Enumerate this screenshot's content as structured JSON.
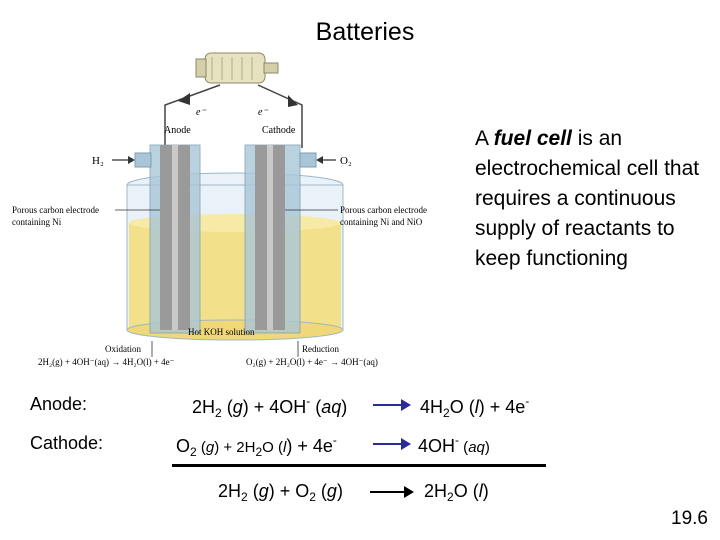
{
  "title": "Batteries",
  "description": {
    "pre": "A ",
    "term": "fuel cell",
    "post": " is an electrochemical cell that requires a continuous supply of reactants to keep functioning"
  },
  "figure": {
    "electron_left": "e⁻",
    "electron_right": "e⁻",
    "anode": "Anode",
    "cathode": "Cathode",
    "h2": "H₂",
    "o2": "O₂",
    "left_label_1": "Porous carbon electrode",
    "left_label_2": "containing Ni",
    "right_label_1": "Porous carbon electrode",
    "right_label_2": "containing Ni and NiO",
    "koh": "Hot KOH solution",
    "oxidation": "Oxidation",
    "reduction": "Reduction",
    "ox_eq": "2H₂(g) + 4OH⁻(aq) → 4H₂O(l) + 4e⁻",
    "red_eq": "O₂(g) + 2H₂O(l) + 4e⁻ → 4OH⁻(aq)"
  },
  "anode_label": "Anode:",
  "cathode_label": "Cathode:",
  "equations": {
    "anode_left": {
      "a": "2H",
      "a_sub": "2",
      "b": " (",
      "g": "g",
      "c": ") + 4OH",
      "sup": "-",
      "d": " (",
      "aq": "aq",
      "e": ")"
    },
    "anode_right": {
      "a": "4H",
      "a_sub": "2",
      "b": "O (",
      "l": "l",
      "c": ") + 4e",
      "sup": "-"
    },
    "cathode_left": {
      "a": "O",
      "a_sub": "2",
      "b": " (",
      "g": "g",
      "c": ") + 2H",
      "c_sub": "2",
      "d": "O (",
      "l": "l",
      "e": ") + 4e",
      "sup": "-"
    },
    "cathode_right": {
      "a": "4OH",
      "sup": "-",
      "b": " (",
      "aq": "aq",
      "c": ")"
    },
    "overall_left": {
      "a": "2H",
      "a_sub": "2",
      "b": " (",
      "g": "g",
      "c": ") + O",
      "c_sub": "2",
      "d": " (",
      "g2": "g",
      "e": ")"
    },
    "overall_right": {
      "a": "2H",
      "a_sub": "2",
      "b": "O (",
      "l": "l",
      "c": ")"
    }
  },
  "page_number": "19.6",
  "colors": {
    "arrow": "#2a2a9a",
    "solution": "#f3e08a",
    "electrode": "#9a9a9a",
    "tube": "#a9c6d8"
  }
}
